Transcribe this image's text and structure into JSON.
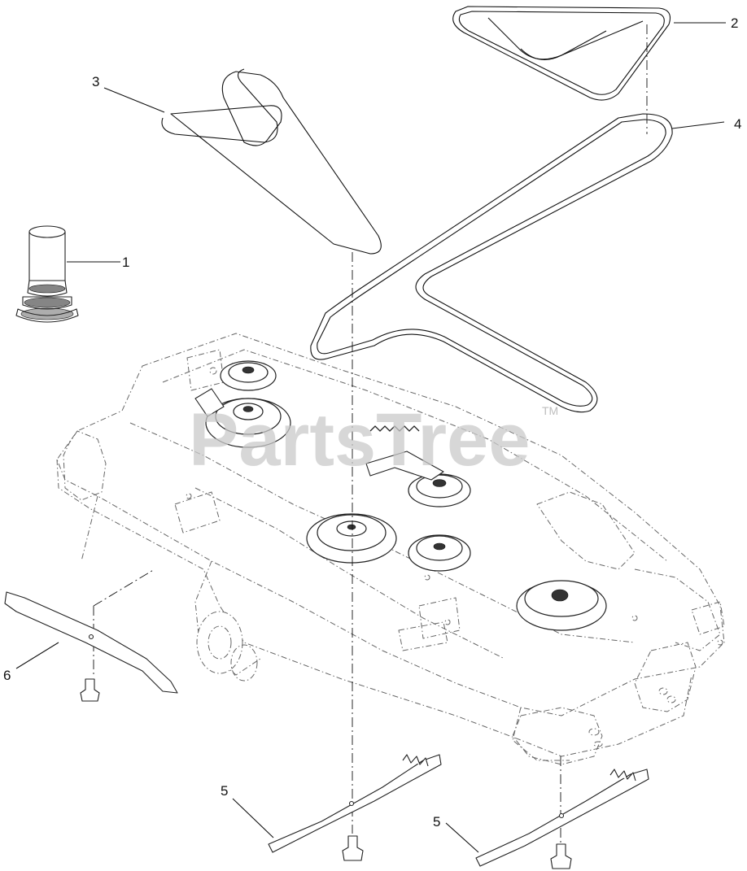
{
  "watermark": {
    "text": "PartsTree",
    "trademark": "TM"
  },
  "callouts": [
    {
      "id": "1",
      "part": "spindle-assembly"
    },
    {
      "id": "2",
      "part": "belt-small"
    },
    {
      "id": "3",
      "part": "belt-medium"
    },
    {
      "id": "4",
      "part": "belt-large"
    },
    {
      "id": "5",
      "part": "blade-right"
    },
    {
      "id": "5",
      "part": "blade-center"
    },
    {
      "id": "6",
      "part": "blade-left"
    }
  ]
}
